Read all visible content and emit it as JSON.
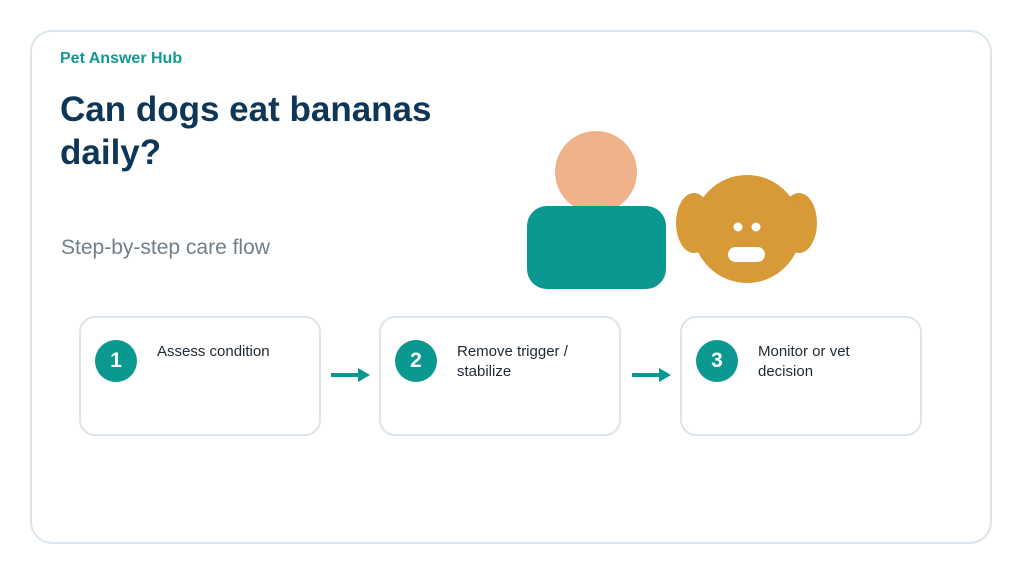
{
  "brand": "Pet Answer Hub",
  "title": "Can dogs eat bananas daily?",
  "subtitle": "Step-by-step care flow",
  "steps": [
    {
      "number": "1",
      "label": "Assess condition"
    },
    {
      "number": "2",
      "label": "Remove trigger / stabilize"
    },
    {
      "number": "3",
      "label": "Monitor or vet decision"
    }
  ],
  "colors": {
    "teal": "#0a9891",
    "navy": "#0e3656",
    "skin": "#f0b28b",
    "dog": "#d79a36",
    "border": "#dbe5ec"
  },
  "icons": [
    "person-icon",
    "dog-face-icon",
    "arrow-right-icon"
  ]
}
